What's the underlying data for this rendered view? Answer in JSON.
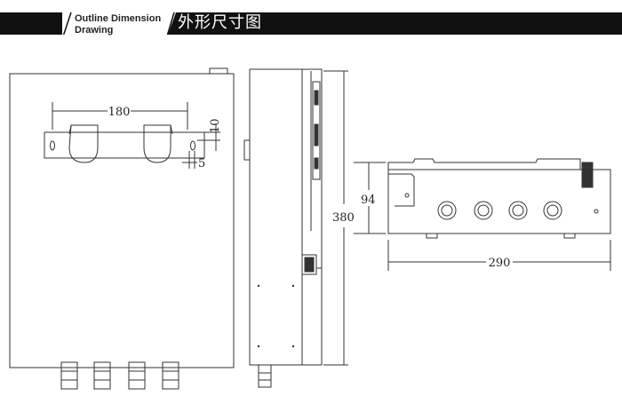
{
  "header": {
    "title_en_line1": "Outline Dimension",
    "title_en_line2": "Drawing",
    "title_cn": "外形尺寸图"
  },
  "dimensions": {
    "front_width": "180",
    "front_bracket_height": "10",
    "front_bracket_offset": "5",
    "side_height": "380",
    "top_depth": "94",
    "top_width": "290"
  }
}
